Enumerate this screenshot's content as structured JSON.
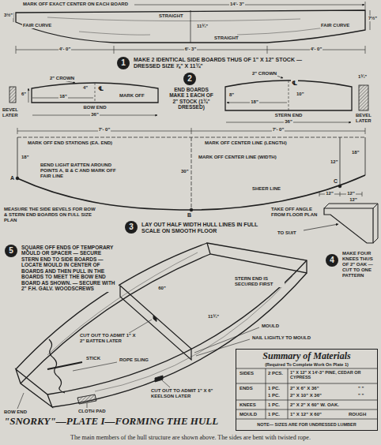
{
  "diagram": {
    "title": "\"SNORKY\"—PLATE I—FORMING THE HULL",
    "caption": "The main members of the hull structure are shown above. The sides are bent with twisted rope.",
    "nodes": [
      {
        "text": [
          "1"
        ]
      },
      {
        "text": [
          "2"
        ]
      },
      {
        "text": [
          "3"
        ]
      },
      {
        "text": [
          "4"
        ]
      },
      {
        "text": [
          "5"
        ]
      },
      {
        "text": [
          "Summary of Materials",
          "(Required To Complete Work On Plate 1)"
        ]
      }
    ],
    "labels": [
      "3½\"",
      "MARK OFF EXACT CENTER ON EACH BOARD",
      "14'- 3\"",
      "7½\"",
      "FAIR CURVE",
      "STRAIGHT",
      "11¾\"",
      "STRAIGHT",
      "FAIR CURVE",
      "4'- 0\"",
      "6'- 3\"",
      "4'- 0\"",
      "MAKE 2 IDENTICAL SIDE BOARDS THUS OF 1\" X 12\" STOCK — DRESSED SIZE ⅞\" X 11¾\"",
      "2\" CROWN",
      "6\"",
      "18\"",
      "℄",
      "4\"",
      "MARK OFF",
      "BOW END",
      "36\"",
      "BEVEL LATER",
      "END BOARDS MAKE 1 EACH OF 2\" STOCK (1¾\" DRESSED)",
      "2\" CROWN",
      "1¾\"",
      "8\"",
      "18\"",
      "℄",
      "10\"",
      "STERN END",
      "36\"",
      "BEVEL LATER",
      "7'- 0\"",
      "7'- 0\"",
      "18\"",
      "MARK OFF END STATIONS (EA. END)",
      "MARK OFF CENTER LINE (LENGTH)",
      "30\"",
      "MARK OFF CENTER LINE (WIDTH)",
      "12\"",
      "18\"",
      "A",
      "B",
      "C",
      "BEND LIGHT BATTEN AROUND POINTS A, B & C AND MARK OFF FAIR LINE",
      "SHEER LINE",
      "12\"",
      "12\"",
      "MEASURE THE SIDE BEVELS FOR BOW & STERN END BOARDS ON FULL SIZE PLAN",
      "LAY OUT HALF WIDTH HULL LINES IN FULL SCALE ON SMOOTH FLOOR",
      "TAKE OFF ANGLE FROM FLOOR PLAN",
      "TO SUIT",
      "12\"",
      "MAKE FOUR KNEES THUS OF 2\" OAK — CUT TO ONE PATTERN",
      "SQUARE OFF ENDS OF TEMPORARY MOULD OR SPACER — SECURE STERN END TO SIDE BOARDS — LOCATE MOULD IN CENTER OF BOARDS AND THEN PULL IN THE BOARDS TO MEET THE BOW END BOARD AS SHOWN. — SECURE WITH 2\" F.H. GALV. WOODSCREWS",
      "60\"",
      "STERN END IS SECURED FIRST",
      "11¾\"",
      "MOULD",
      "NAIL LIGHTLY TO MOULD",
      "CUT OUT TO ADMIT 1\" X 2\" BATTEN LATER",
      "STICK",
      "ROPE SLING",
      "BOW END",
      "CLOTH PAD",
      "CUT OUT TO ADMIT 1\" X 6\" KEELSON LATER",
      "SIDES",
      "2 PCS.",
      "1\" X 12\" X 14'-3\" PINE, CEDAR OR CYPRESS",
      "ENDS",
      "1 PC.",
      "2\" X 6\" X 36\"",
      "\"  \"",
      "1 PC.",
      "2\" X 10\" X 36\"",
      "\"  \"",
      "KNEES",
      "1 PC.",
      "2\" X 2\" X 60\" W. OAK.",
      "MOULD",
      "1 PC.",
      "1\" X 12\" X 60\"",
      "ROUGH",
      "NOTE— SIZES ARE FOR UNDRESSED LUMBER"
    ]
  }
}
